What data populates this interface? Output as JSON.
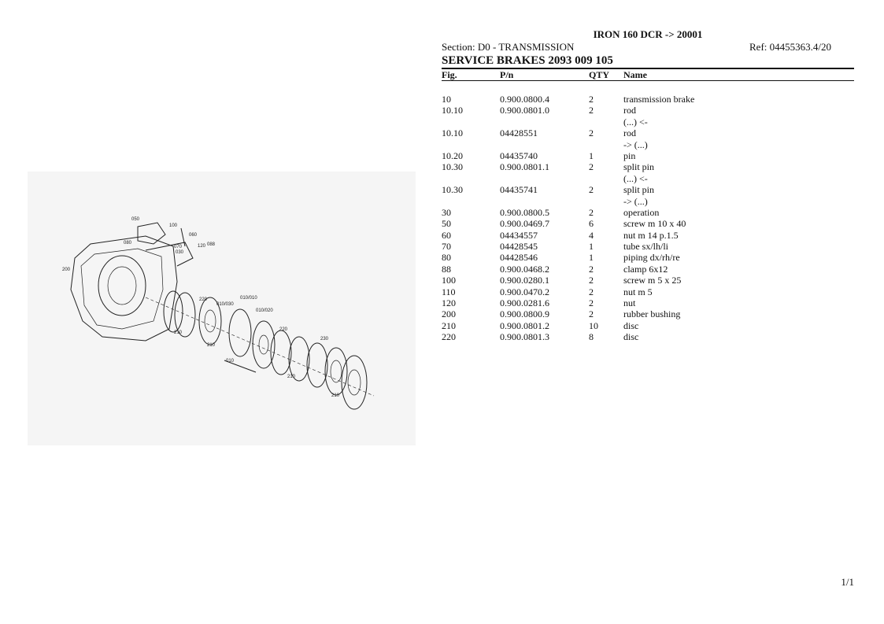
{
  "header": {
    "model": "IRON 160 DCR -> 20001",
    "section": "Section: D0 - TRANSMISSION",
    "ref": "Ref: 04455363.4/20",
    "group_title": "SERVICE BRAKES 2093 009 105"
  },
  "columns": {
    "fig": "Fig.",
    "pn": "P/n",
    "qty": "QTY",
    "name": "Name"
  },
  "parts": [
    {
      "fig": "10",
      "pn": "0.900.0800.4",
      "qty": "2",
      "name": "transmission brake"
    },
    {
      "fig": "10.10",
      "pn": "0.900.0801.0",
      "qty": "2",
      "name": "rod"
    },
    {
      "fig": "",
      "pn": "",
      "qty": "",
      "name": "(...) <-"
    },
    {
      "fig": "10.10",
      "pn": "04428551",
      "qty": "2",
      "name": "rod"
    },
    {
      "fig": "",
      "pn": "",
      "qty": "",
      "name": "-> (...)"
    },
    {
      "fig": "10.20",
      "pn": "04435740",
      "qty": "1",
      "name": "pin"
    },
    {
      "fig": "10.30",
      "pn": "0.900.0801.1",
      "qty": "2",
      "name": "split pin"
    },
    {
      "fig": "",
      "pn": "",
      "qty": "",
      "name": "(...) <-"
    },
    {
      "fig": "10.30",
      "pn": "04435741",
      "qty": "2",
      "name": "split pin"
    },
    {
      "fig": "",
      "pn": "",
      "qty": "",
      "name": "-> (...)"
    },
    {
      "fig": "30",
      "pn": "0.900.0800.5",
      "qty": "2",
      "name": "operation"
    },
    {
      "fig": "50",
      "pn": "0.900.0469.7",
      "qty": "6",
      "name": "screw m 10 x 40"
    },
    {
      "fig": "60",
      "pn": "04434557",
      "qty": "4",
      "name": "nut m 14 p.1.5"
    },
    {
      "fig": "70",
      "pn": "04428545",
      "qty": "1",
      "name": "tube sx/lh/li"
    },
    {
      "fig": "80",
      "pn": "04428546",
      "qty": "1",
      "name": "piping dx/rh/re"
    },
    {
      "fig": "88",
      "pn": "0.900.0468.2",
      "qty": "2",
      "name": "clamp 6x12"
    },
    {
      "fig": "100",
      "pn": "0.900.0280.1",
      "qty": "2",
      "name": "screw m 5 x 25"
    },
    {
      "fig": "110",
      "pn": "0.900.0470.2",
      "qty": "2",
      "name": "nut m 5"
    },
    {
      "fig": "120",
      "pn": "0.900.0281.6",
      "qty": "2",
      "name": "nut"
    },
    {
      "fig": "200",
      "pn": "0.900.0800.9",
      "qty": "2",
      "name": "rubber bushing"
    },
    {
      "fig": "210",
      "pn": "0.900.0801.2",
      "qty": "10",
      "name": "disc"
    },
    {
      "fig": "220",
      "pn": "0.900.0801.3",
      "qty": "8",
      "name": "disc"
    }
  ],
  "diagram_callouts": [
    "050",
    "100",
    "060",
    "080",
    "070",
    "030",
    "120",
    "088",
    "200",
    "220",
    "210",
    "010/030",
    "010/010",
    "010/020",
    "010",
    "230"
  ],
  "page": "1/1"
}
